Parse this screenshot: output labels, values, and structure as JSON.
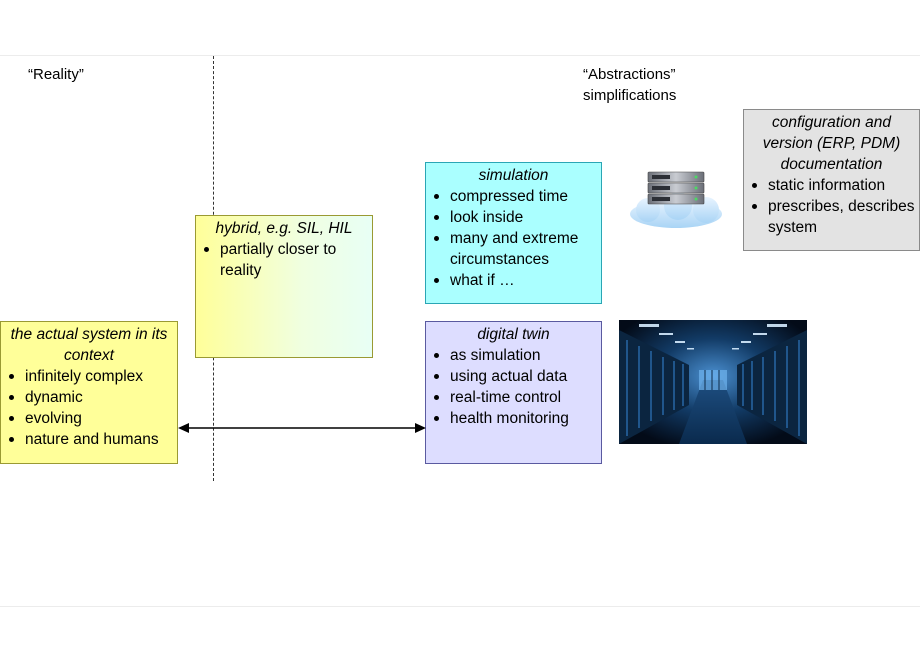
{
  "reality_label": "“Reality”",
  "abstractions_label": "“Abstractions”",
  "abstractions_sub": "simplifications",
  "actual_system": {
    "title": "the actual system in its context",
    "items": [
      "infinitely complex",
      "dynamic",
      "evolving",
      "nature and humans"
    ],
    "color": "#ffff99"
  },
  "hybrid": {
    "title": "hybrid, e.g. SIL, HIL",
    "items": [
      "partially closer to reality"
    ],
    "color": "#ffff99"
  },
  "simulation": {
    "title": "simulation",
    "items": [
      "compressed time",
      "look inside",
      "many and extreme circumstances",
      "what if …"
    ],
    "color": "#aaffff"
  },
  "digital_twin": {
    "title": "digital twin",
    "items": [
      "as simulation",
      "using actual data",
      "real-time control",
      "health monitoring"
    ],
    "color": "#ddddff"
  },
  "documentation": {
    "title": "configuration and version (ERP, PDM) documentation",
    "items": [
      "static information",
      "prescribes, describes system"
    ],
    "color": "#e3e3e3"
  },
  "icons": {
    "server_cloud": "server-cloud-icon",
    "datacenter": "datacenter-image"
  }
}
